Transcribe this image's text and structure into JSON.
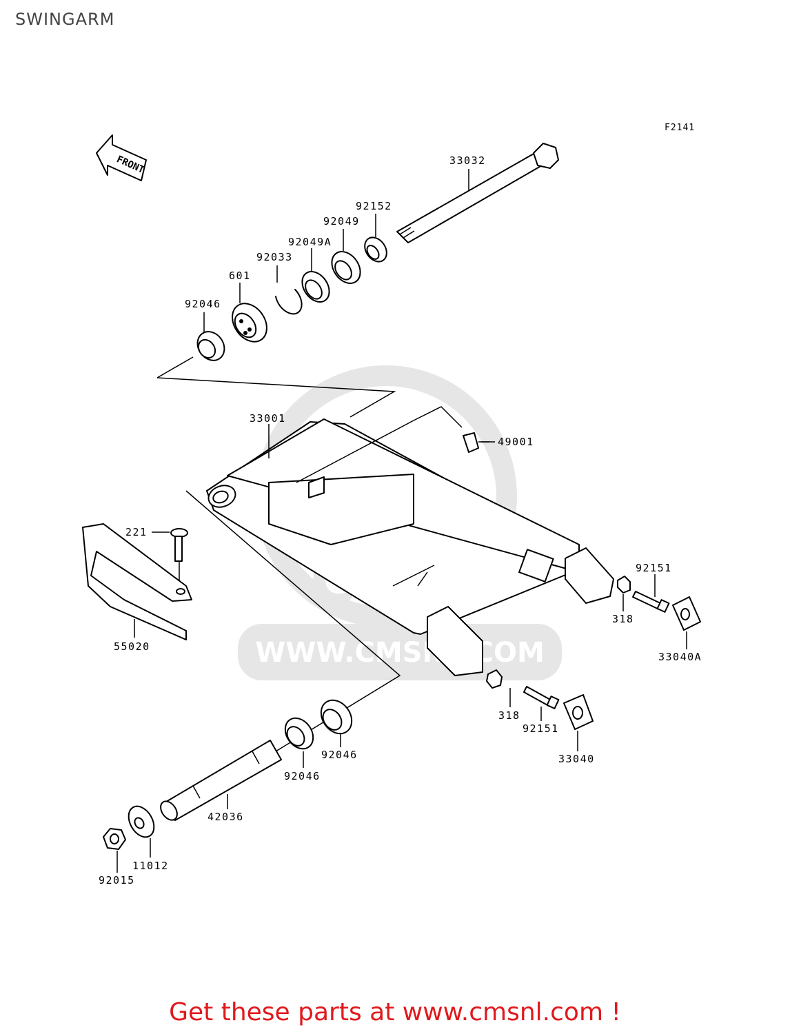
{
  "page": {
    "title": "SWINGARM",
    "figure_code": "F2141",
    "footer": "Get these parts at www.cmsnl.com !"
  },
  "watermark": {
    "text": "CMS",
    "url": "WWW.CMSNL.COM"
  },
  "front_arrow": {
    "text": "FRONT"
  },
  "labels": {
    "p33032": "33032",
    "p92152": "92152",
    "p92049": "92049",
    "p92049A": "92049A",
    "p92033": "92033",
    "p601": "601",
    "p92046_top": "92046",
    "p33001": "33001",
    "p49001": "49001",
    "p221": "221",
    "p55020": "55020",
    "p92151_right": "92151",
    "p318_right": "318",
    "p33040A": "33040A",
    "p318_lower": "318",
    "p92151_lower": "92151",
    "p33040": "33040",
    "p92046_b1": "92046",
    "p92046_b2": "92046",
    "p42036": "42036",
    "p11012": "11012",
    "p92015": "92015"
  },
  "colors": {
    "footer": "#e0191d",
    "watermark": "#e6e6e6"
  }
}
